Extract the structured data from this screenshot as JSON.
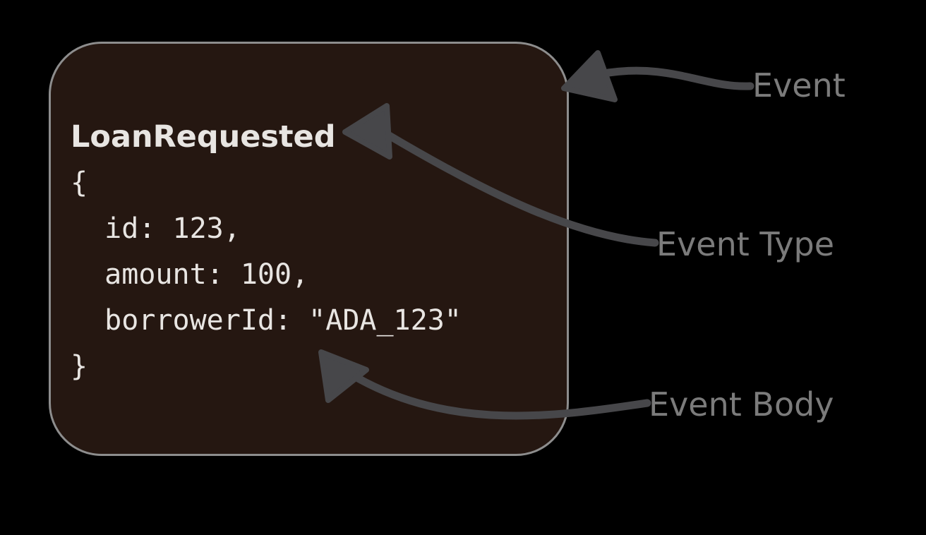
{
  "colors": {
    "background": "#000000",
    "box_fill": "#251711",
    "box_border": "#8d8d8d",
    "code_text": "#e8e5e2",
    "arrow": "#47474a",
    "label_text": "#7b7b7b"
  },
  "event_box": {
    "event_type": "LoanRequested",
    "body_lines": [
      "{",
      "  id: 123,",
      "  amount: 100,",
      "  borrowerId: \"ADA_123\"",
      "}"
    ]
  },
  "annotations": {
    "event": "Event",
    "event_type": "Event Type",
    "event_body": "Event Body"
  }
}
